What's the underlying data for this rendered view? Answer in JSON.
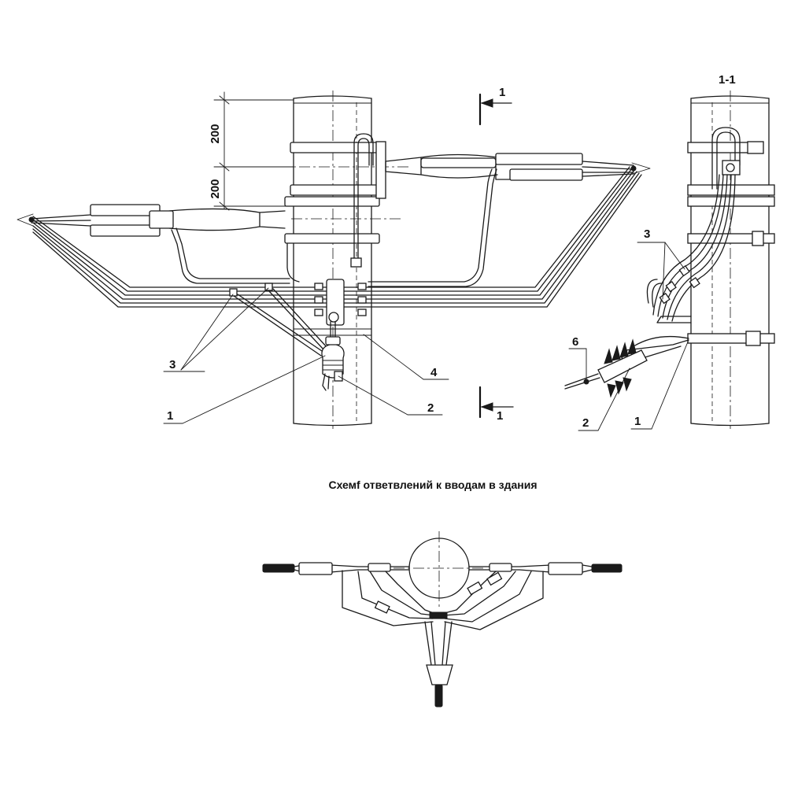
{
  "figure": {
    "section_title": "1-1",
    "caption": "Схемf ответвлений к вводам в здания",
    "dimensions": {
      "top": "200",
      "bottom": "200"
    },
    "section_marks": {
      "top": "1",
      "bottom": "1"
    },
    "front_view_labels": {
      "clamp_a": "3",
      "strap": "4",
      "bracket": "1",
      "clamp_b": "2"
    },
    "side_view_labels": {
      "clamp_a": "3",
      "cable": "6",
      "clamp_b": "2",
      "bracket": "1"
    }
  }
}
